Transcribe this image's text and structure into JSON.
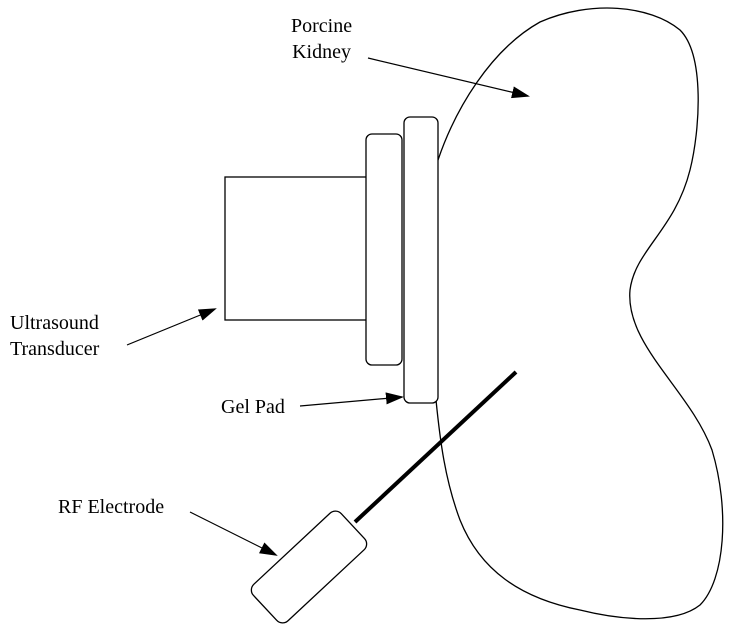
{
  "labels": {
    "kidney": [
      "Porcine",
      "Kidney"
    ],
    "transducer": [
      "Ultrasound",
      "Transducer"
    ],
    "gel_pad": "Gel Pad",
    "electrode": "RF Electrode"
  },
  "colors": {
    "stroke": "#000000",
    "background": "#ffffff"
  }
}
